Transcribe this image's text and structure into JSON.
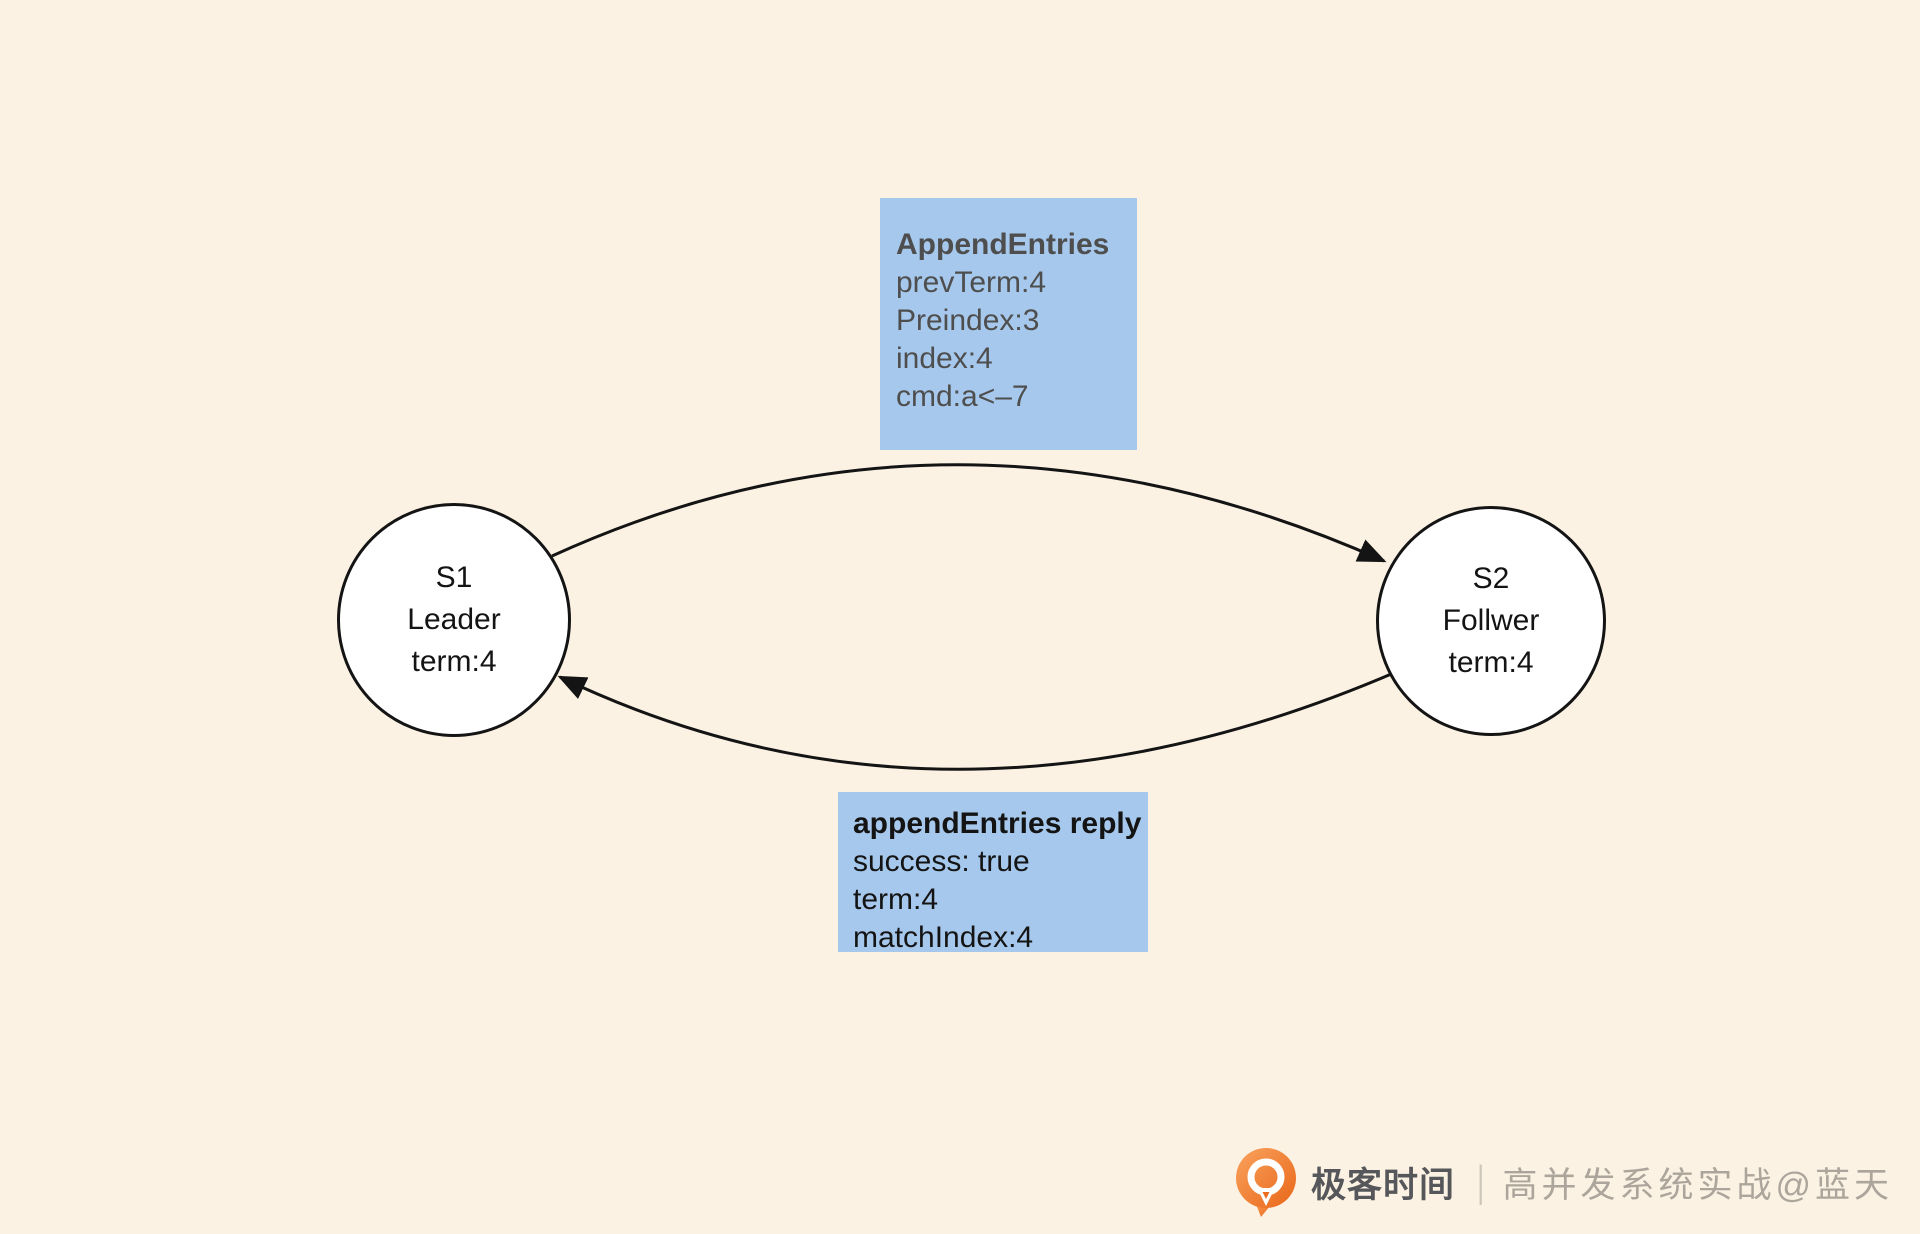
{
  "nodes": {
    "s1": {
      "name": "S1",
      "role": "Leader",
      "term": "term:4"
    },
    "s2": {
      "name": "S2",
      "role": "Follwer",
      "term": "term:4"
    }
  },
  "messages": {
    "request": {
      "title": "AppendEntries",
      "lines": [
        "prevTerm:4",
        "Preindex:3",
        "index:4",
        "cmd:a<–7"
      ]
    },
    "reply": {
      "title": "appendEntries reply",
      "lines": [
        "success: true",
        "term:4",
        "matchIndex:4"
      ]
    }
  },
  "watermark": {
    "brand": "极客时间",
    "separator": "|",
    "credit": "高并发系统实战@蓝天"
  },
  "colors": {
    "background": "#FBF2E3",
    "message_box": "#A6C8EC",
    "request_text": "#4E4E4E",
    "reply_text": "#141414",
    "node_fill": "#FFFFFF",
    "stroke": "#141414",
    "logo_orange": "#EC6C1E",
    "brand_text": "#56575A",
    "credit_text": "#ACA59B"
  }
}
